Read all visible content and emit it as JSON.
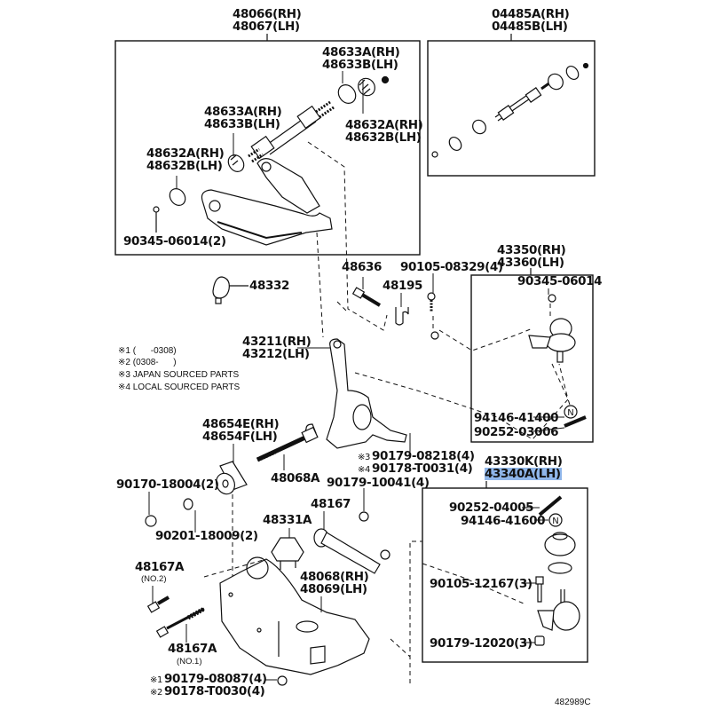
{
  "diagram": {
    "title": "Front Suspension Arm / Steering Knuckle Parts Diagram",
    "figure_id": "482989C",
    "highlight_color": "#8fb6ea",
    "notes": [
      {
        "mark": "※1",
        "text": "(      -0308)"
      },
      {
        "mark": "※2",
        "text": "(0308-      )"
      },
      {
        "mark": "※3",
        "text": "JAPAN SOURCED PARTS"
      },
      {
        "mark": "※4",
        "text": "LOCAL SOURCED PARTS"
      }
    ],
    "groups": {
      "upper_arm": {
        "line1": "48066(RH)",
        "line2": "48067(LH)"
      },
      "upper_arm_kit": {
        "line1": "04485A(RH)",
        "line2": "04485B(LH)"
      },
      "upper_ball_joint": {
        "line1": "43350(RH)",
        "line2": "43360(LH)"
      },
      "lower_ball_joint": {
        "line1": "43330K(RH)",
        "line2": "43340A(LH)"
      }
    },
    "labels": {
      "p48633_upper": {
        "line1": "48633A(RH)",
        "line2": "48633B(LH)"
      },
      "p48633_left": {
        "line1": "48633A(RH)",
        "line2": "48633B(LH)"
      },
      "p48632_right": {
        "line1": "48632A(RH)",
        "line2": "48632B(LH)"
      },
      "p48632_left": {
        "line1": "48632A(RH)",
        "line2": "48632B(LH)"
      },
      "p90345_2": "90345-06014(2)",
      "p48332": "48332",
      "p48636": "48636",
      "p48195": "48195",
      "p90105_08329": "90105-08329(4)",
      "p90345_ub": "90345-06014",
      "knuckle": {
        "line1": "43211(RH)",
        "line2": "43212(LH)"
      },
      "p94146_41400": "94146-41400",
      "p90252_03006": "90252-03006",
      "p90179_08218": {
        "mark": "※3",
        "text": "90179-08218(4)"
      },
      "p90178_T0031": {
        "mark": "※4",
        "text": "90178-T0031(4)"
      },
      "bushing": {
        "line1": "48654E(RH)",
        "line2": "48654F(LH)"
      },
      "p48068A": "48068A",
      "p90170_18004": "90170-18004(2)",
      "p90201_18009": "90201-18009(2)",
      "p90179_10041": "90179-10041(4)",
      "p48331A": "48331A",
      "p48167": "48167",
      "p48167A_no2": {
        "part": "48167A",
        "sub": "(NO.2)"
      },
      "p48167A_no1": {
        "part": "48167A",
        "sub": "(NO.1)"
      },
      "lower_arm": {
        "line1": "48068(RH)",
        "line2": "48069(LH)"
      },
      "p90179_08087": {
        "mark": "※1",
        "text": "90179-08087(4)"
      },
      "p90178_T0030": {
        "mark": "※2",
        "text": "90178-T0030(4)"
      },
      "p90252_04005": "90252-04005",
      "p94146_41600": "94146-41600",
      "p90105_12167": "90105-12167(3)",
      "p90179_12020": "90179-12020(3)"
    },
    "icons": {
      "nut_ring": "N"
    }
  }
}
